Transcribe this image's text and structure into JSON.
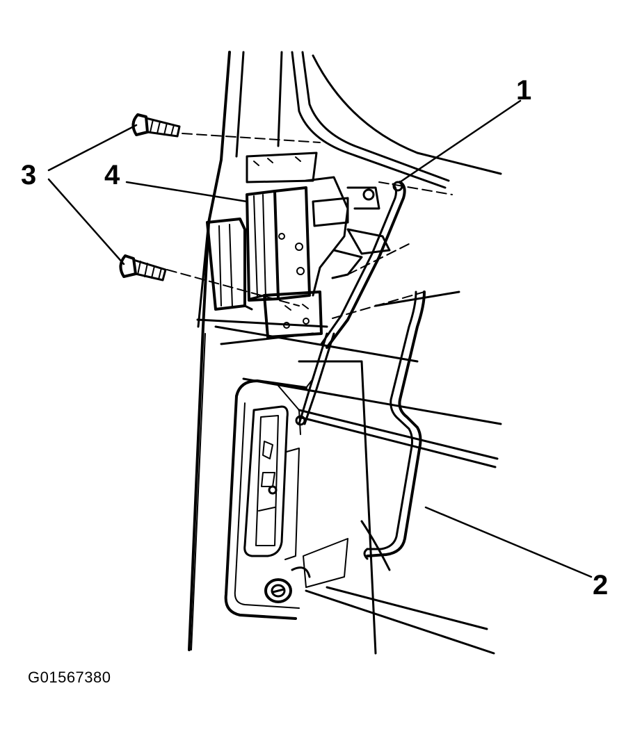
{
  "callouts": {
    "c1": "1",
    "c2": "2",
    "c3": "3",
    "c4": "4"
  },
  "figure_id": "G01567380",
  "colors": {
    "ink": "#000000",
    "background": "#ffffff"
  }
}
